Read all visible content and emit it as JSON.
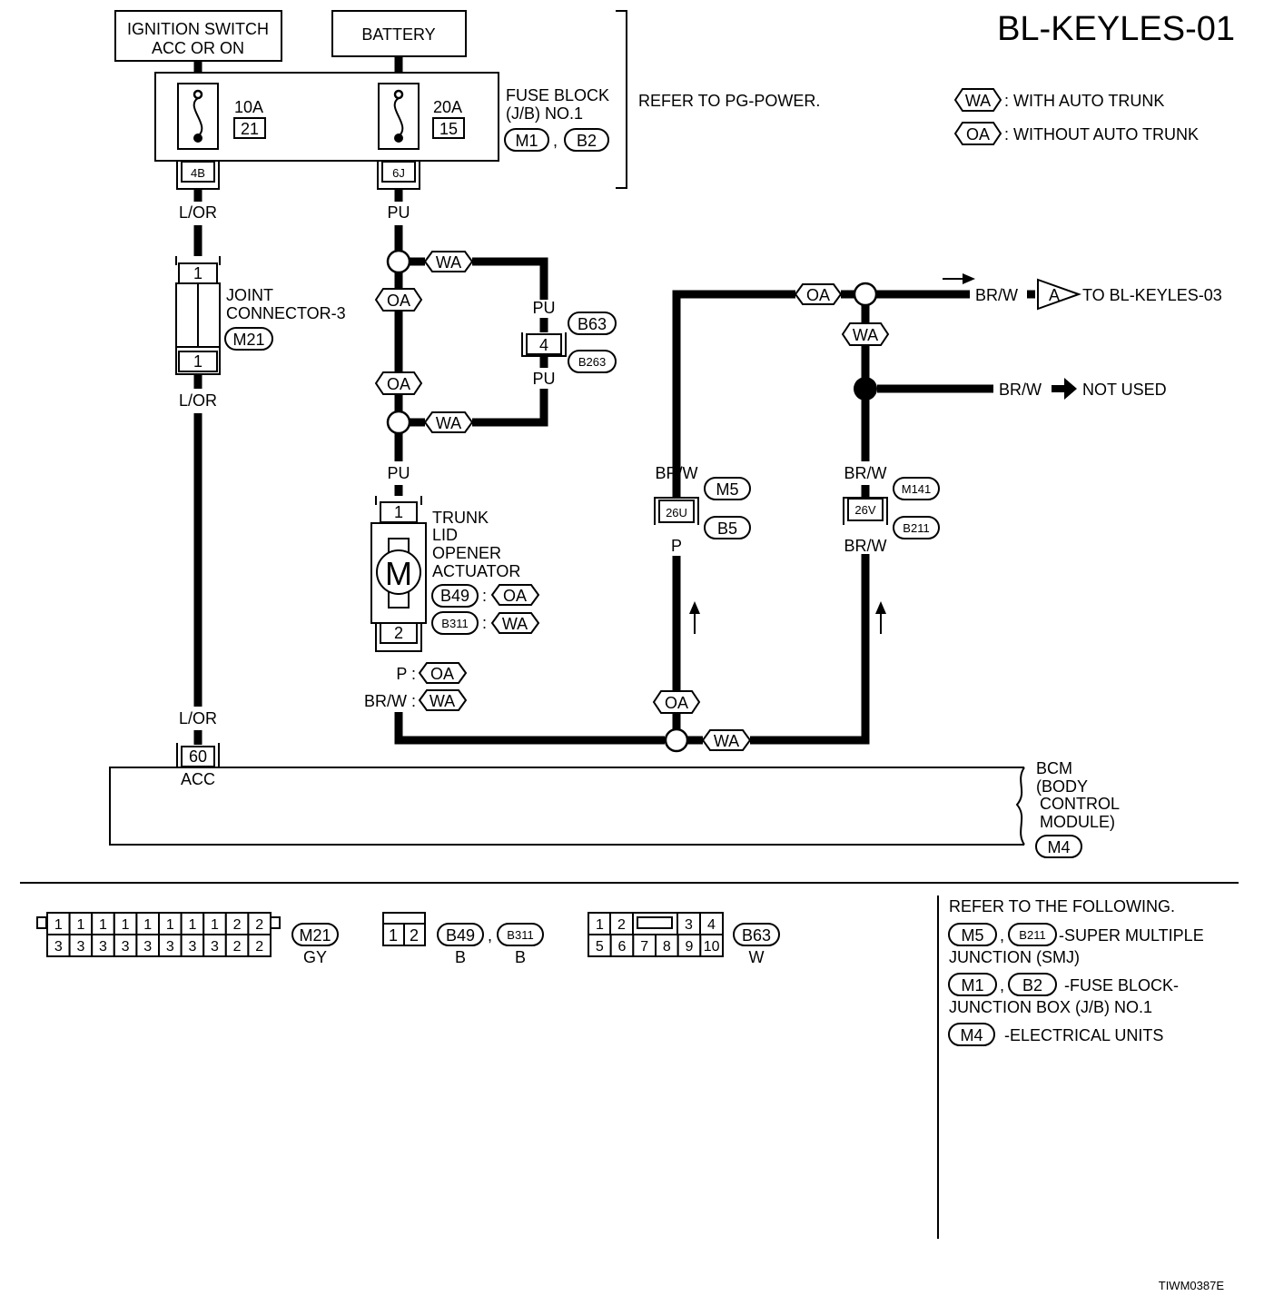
{
  "title": "BL-KEYLES-01",
  "figure_id": "TIWM0387E",
  "legend": {
    "wa_code": "WA",
    "wa_text": ": WITH AUTO TRUNK",
    "oa_code": "OA",
    "oa_text": ": WITHOUT AUTO TRUNK"
  },
  "sources": {
    "ignition_line1": "IGNITION SWITCH",
    "ignition_line2": "ACC OR ON",
    "battery": "BATTERY"
  },
  "fuse_block": {
    "fuse1_rating": "10A",
    "fuse1_number": "21",
    "fuse2_rating": "20A",
    "fuse2_number": "15",
    "label_line1": "FUSE BLOCK",
    "label_line2": "(J/B) NO.1",
    "conn1": "M1",
    "sep": ",",
    "conn2": "B2",
    "terminal1": "4B",
    "terminal2": "6J",
    "refer": "REFER TO PG-POWER."
  },
  "wires": {
    "l_or": "L/OR",
    "pu": "PU",
    "br_w": "BR/W",
    "p": "P"
  },
  "joint_connector": {
    "pin_top": "1",
    "pin_bottom": "1",
    "label_line1": "JOINT",
    "label_line2": "CONNECTOR-3",
    "conn": "M21"
  },
  "b63_connector": {
    "pin": "4",
    "conn1": "B63",
    "conn2": "B263"
  },
  "actuator": {
    "pin_top": "1",
    "pin_bottom": "2",
    "motor": "M",
    "label_line1": "TRUNK",
    "label_line2": "LID",
    "label_line3": "OPENER",
    "label_line4": "ACTUATOR",
    "conn1": "B49",
    "conn2": "B311",
    "colon": ":",
    "bottom_p": "P :",
    "bottom_brw": "BR/W :"
  },
  "smj": {
    "left_terminal": "26U",
    "left_conn1": "M5",
    "left_conn2": "B5",
    "right_terminal": "26V",
    "right_conn1": "M141",
    "right_conn2": "B211"
  },
  "outputs": {
    "a_marker": "A",
    "to_text": "TO BL-KEYLES-03",
    "not_used": "NOT USED"
  },
  "bcm": {
    "terminal": "60",
    "pin_name": "ACC",
    "label_line1": "BCM",
    "label_line2": "(BODY",
    "label_line3": "CONTROL",
    "label_line4": "MODULE)",
    "conn": "M4"
  },
  "connector_faces": {
    "m21_top": [
      "1",
      "1",
      "1",
      "1",
      "1",
      "1",
      "1",
      "1",
      "2",
      "2"
    ],
    "m21_bottom": [
      "3",
      "3",
      "3",
      "3",
      "3",
      "3",
      "3",
      "3",
      "2",
      "2"
    ],
    "m21_code": "M21",
    "m21_color": "GY",
    "b49_pins": [
      "1",
      "2"
    ],
    "b49_code": "B49",
    "b49_color": "B",
    "b311_code": "B311",
    "b311_color": "B",
    "b63_top": [
      "1",
      "2",
      "3",
      "4"
    ],
    "b63_bottom": [
      "5",
      "6",
      "7",
      "8",
      "9",
      "10"
    ],
    "b63_code": "B63",
    "b63_color": "W"
  },
  "references": {
    "heading": "REFER TO THE FOLLOWING.",
    "smj_conn1": "M5",
    "smj_conn2": "B211",
    "smj_text1": "-SUPER MULTIPLE",
    "smj_text2": "JUNCTION (SMJ)",
    "fb_conn1": "M1",
    "fb_conn2": "B2",
    "fb_text1": "-FUSE BLOCK-",
    "fb_text2": "JUNCTION BOX (J/B) NO.1",
    "eu_conn": "M4",
    "eu_text": "-ELECTRICAL UNITS"
  }
}
